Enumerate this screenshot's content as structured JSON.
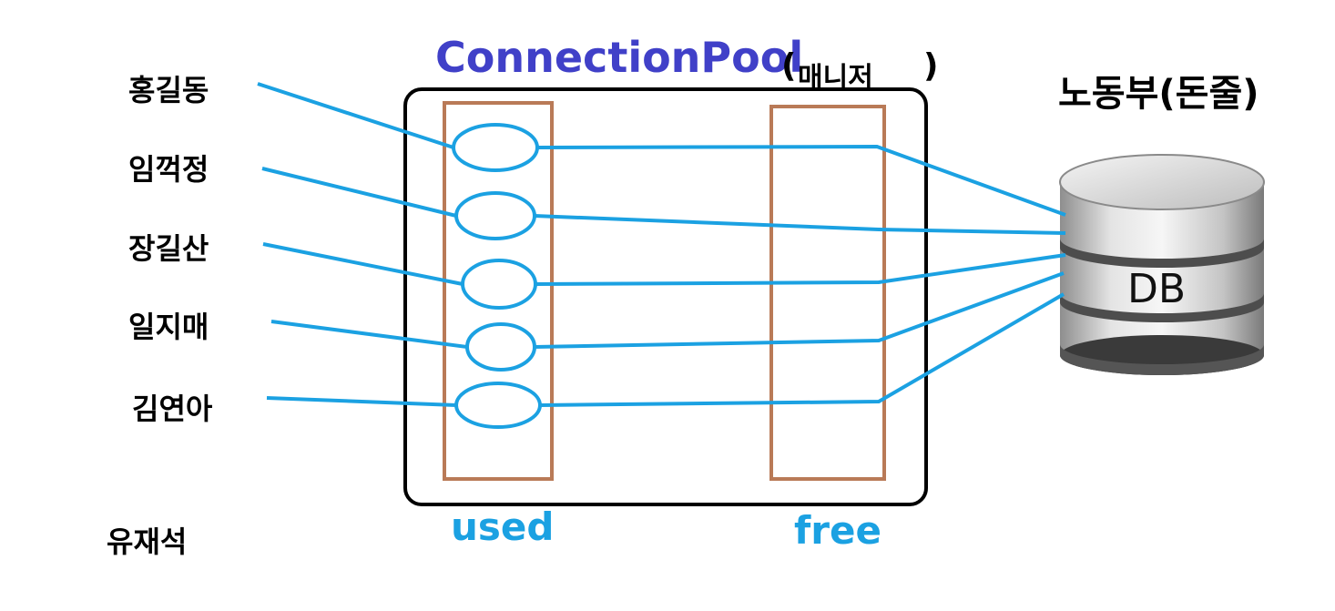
{
  "pool": {
    "title": "ConnectionPool",
    "manager_note": "매니저",
    "paren_open": "(",
    "paren_close": ")",
    "used_label": "used",
    "free_label": "free"
  },
  "clients": [
    "홍길동",
    "임꺽정",
    "장길산",
    "일지매",
    "김연아"
  ],
  "waiting_client": "유재석",
  "db": {
    "owner": "노동부(돈줄)",
    "label": "DB"
  },
  "colors": {
    "title": "#4040c8",
    "link": "#1ba1e2",
    "column_border": "#b97a57",
    "pool_border": "#000000"
  }
}
